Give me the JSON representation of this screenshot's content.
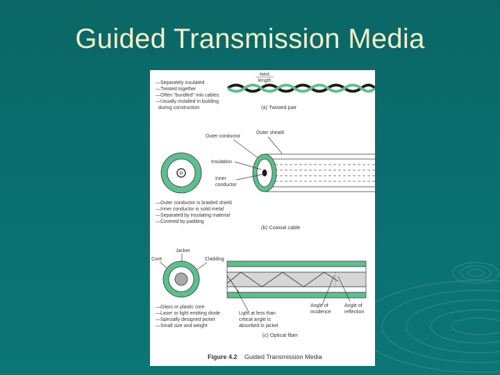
{
  "slide": {
    "title": "Guided Transmission Media"
  },
  "figure": {
    "caption_label": "Figure 4.2",
    "caption_title": "Guided Transmission Media",
    "twisted_pair": {
      "notes": [
        "—Separately insulated",
        "—Twisted together",
        "—Often \"bundled\" into cables",
        "—Usually installed in building",
        "during construction"
      ],
      "twist_label": "twist",
      "length_label": "length",
      "caption": "(a) Twisted pair"
    },
    "coaxial": {
      "outer_conductor": "Outer conductor",
      "outer_sheath": "Outer sheath",
      "insulation": "Insulation",
      "inner_conductor_1": "Inner",
      "inner_conductor_2": "conductor",
      "notes": [
        "—Outer conductor is braided shield",
        "—Inner conductor is solid metal",
        "—Separated by insulating material",
        "—Covered by padding"
      ],
      "caption": "(b) Coaxial cable"
    },
    "optical_fiber": {
      "jacket": "Jacket",
      "core": "Core",
      "cladding": "Cladding",
      "notes": [
        "—Glass or plastic core",
        "—Laser or light emitting diode",
        "—Specially designed jacket",
        "—Small size and weight"
      ],
      "light_note": [
        "Light at less than",
        "critical angle is",
        "absorbed in jacket"
      ],
      "angle_incidence": [
        "Angle of",
        "incidence"
      ],
      "angle_reflection": [
        "Angle of",
        "reflection"
      ],
      "caption": "(c) Optical fiber"
    }
  },
  "colors": {
    "background": "#0b6f6e",
    "title": "#f4f0c8",
    "cable_green": "#5cbf8f",
    "cable_dark": "#1c1c1c",
    "cladding_gray": "#d6d6d6"
  }
}
